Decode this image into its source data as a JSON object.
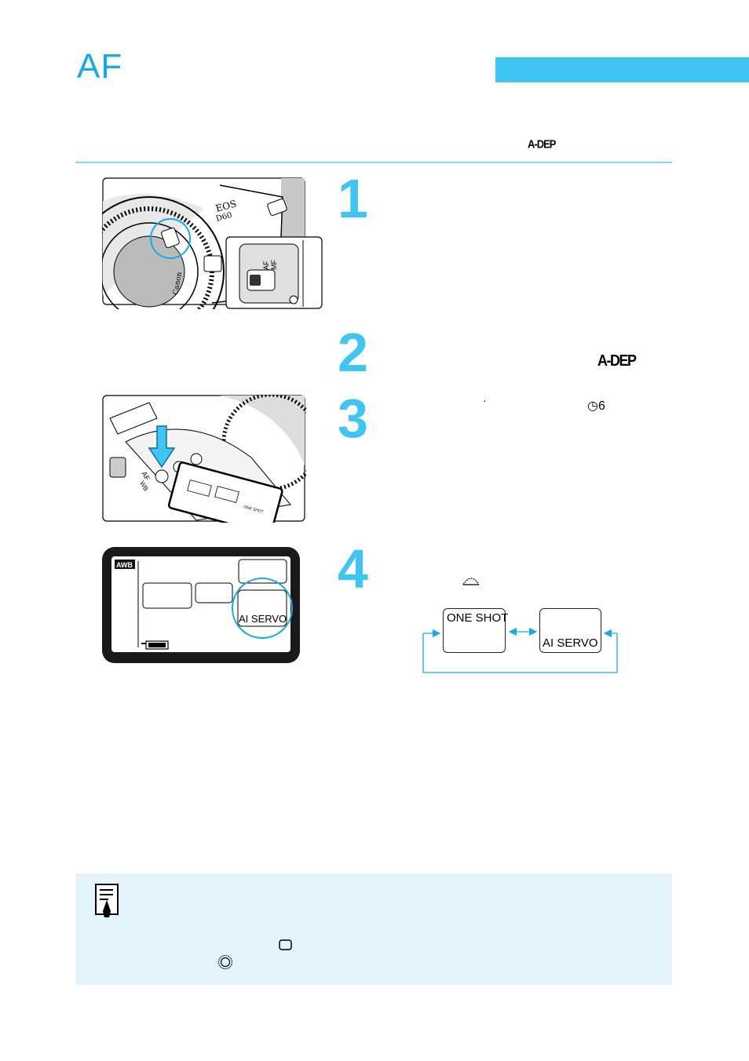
{
  "header": {
    "title": "AF",
    "accent_color": "#40c4f2"
  },
  "intro": {
    "mode_label": "A-DEP"
  },
  "steps": [
    {
      "number": "1"
    },
    {
      "number": "2",
      "mode_label": "A-DEP"
    },
    {
      "number": "3",
      "dot": "·",
      "timer_value": "6"
    },
    {
      "number": "4"
    }
  ],
  "diagram": {
    "modes": [
      "ONE SHOT",
      "AI SERVO"
    ],
    "arrow_color": "#1aa9e6"
  },
  "lcd": {
    "wb_label": "AWB",
    "mode_label": "AI SERVO"
  },
  "camera1": {
    "brand": "EOS",
    "model": "D60",
    "switch_af": "AF",
    "switch_mf": "MF",
    "lens_brand": "Canon"
  },
  "camera2": {
    "button_label": "AF",
    "button_sub": "WB",
    "lcd_small_label": "ONE SHOT"
  },
  "note": {
    "icons": [
      "note-icon",
      "frame-icon",
      "wheel-icon"
    ]
  }
}
